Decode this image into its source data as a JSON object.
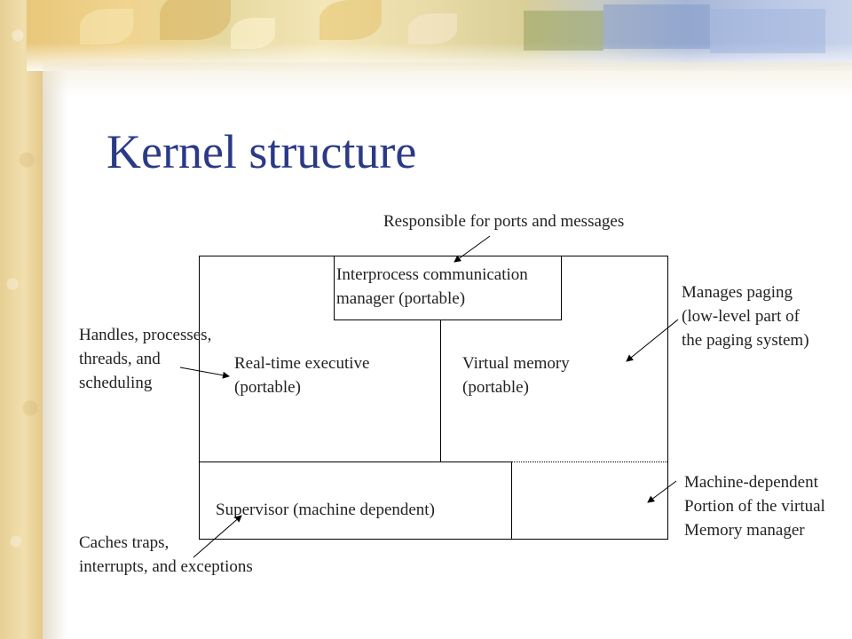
{
  "title": "Kernel structure",
  "blocks": {
    "ipc": "Interprocess communication\nmanager (portable)",
    "realtime": "Real-time executive\n(portable)",
    "virtual_memory": "Virtual memory\n(portable)",
    "supervisor": "Supervisor (machine dependent)"
  },
  "annotations": {
    "ports": "Responsible for ports and messages",
    "paging": "Manages paging\n(low-level part of\nthe paging system)",
    "handles": "Handles, processes,\nthreads, and\nscheduling",
    "machine_dependent": "Machine-dependent\nPortion of the virtual\nMemory manager",
    "caches": "Caches traps,\ninterrupts, and exceptions"
  }
}
